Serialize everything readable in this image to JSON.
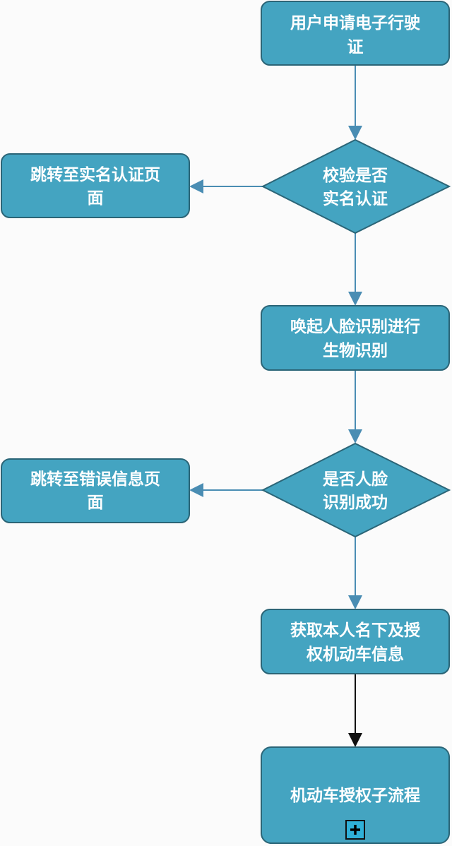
{
  "nodes": {
    "apply": [
      "用户申请电子行驶",
      "证"
    ],
    "check_realname": [
      "校验是否",
      "实名认证"
    ],
    "goto_realname": [
      "跳转至实名认证页",
      "面"
    ],
    "face_recog": [
      "唤起人脸识别进行",
      "生物识别"
    ],
    "face_success": [
      "是否人脸",
      "识别成功"
    ],
    "goto_error": [
      "跳转至错误信息页",
      "面"
    ],
    "get_vehicle": [
      "获取本人名下及授",
      "权机动车信息"
    ],
    "subprocess": "机动车授权子流程"
  },
  "subprocess_marker_icon": "plus-icon",
  "colors": {
    "node_fill": "#44a4c1",
    "node_border": "#2b6577",
    "edge": "#4a8db3"
  }
}
